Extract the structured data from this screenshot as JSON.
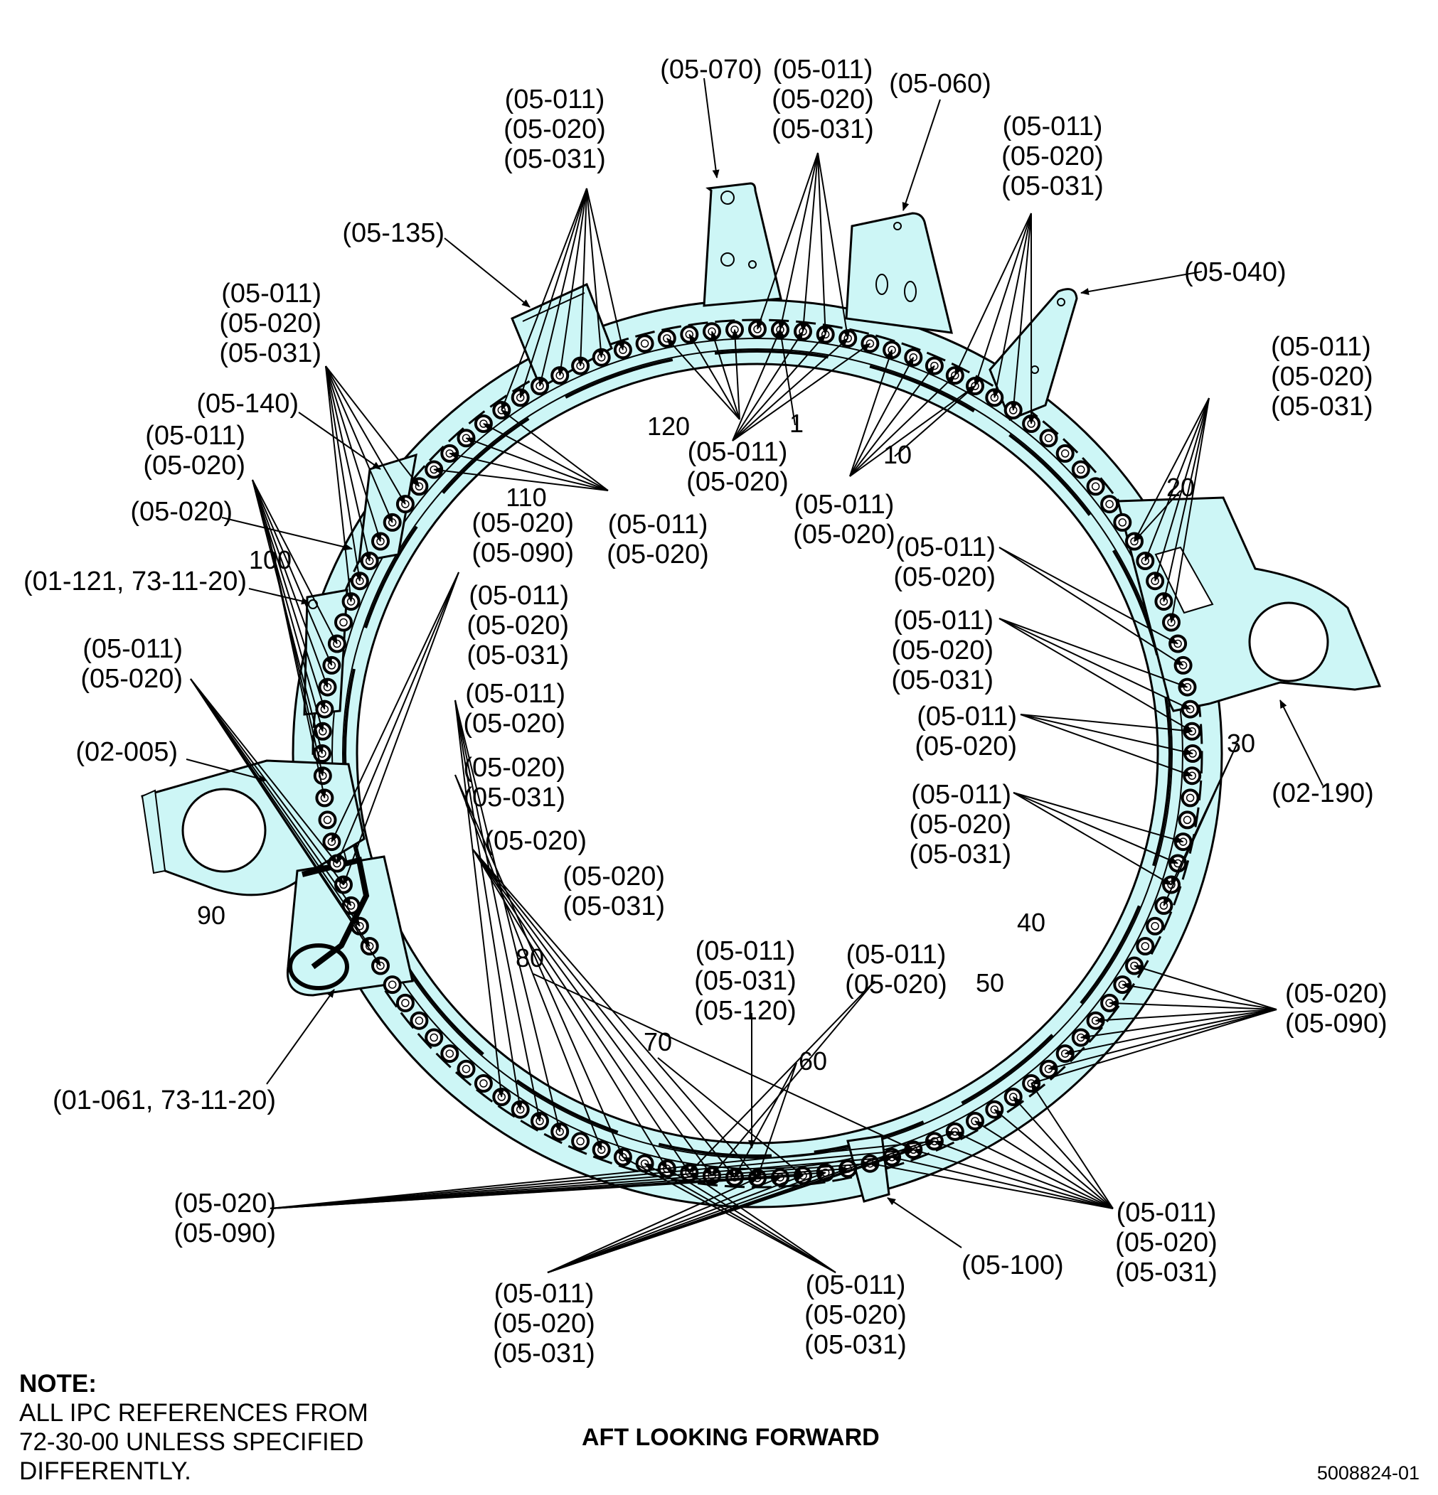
{
  "figure": {
    "caption": "AFT LOOKING FORWARD",
    "figure_id": "5008824-01",
    "note_heading": "NOTE:",
    "note_lines": [
      "ALL IPC REFERENCES FROM",
      "72-30-00 UNLESS SPECIFIED",
      "DIFFERENTLY."
    ]
  },
  "colors": {
    "part_fill": "#cdf6f6",
    "line": "#000000",
    "background": "#ffffff"
  },
  "callouts": [
    {
      "id": "c-070",
      "lines": [
        "(05-070)"
      ]
    },
    {
      "id": "c-top-center",
      "lines": [
        "(05-011)",
        "(05-020)",
        "(05-031)"
      ]
    },
    {
      "id": "c-060",
      "lines": [
        "(05-060)"
      ]
    },
    {
      "id": "c-top-left",
      "lines": [
        "(05-011)",
        "(05-020)",
        "(05-031)"
      ]
    },
    {
      "id": "c-top-right",
      "lines": [
        "(05-011)",
        "(05-020)",
        "(05-031)"
      ]
    },
    {
      "id": "c-135",
      "lines": [
        "(05-135)"
      ]
    },
    {
      "id": "c-040",
      "lines": [
        "(05-040)"
      ]
    },
    {
      "id": "c-upper-left",
      "lines": [
        "(05-011)",
        "(05-020)",
        "(05-031)"
      ]
    },
    {
      "id": "c-upper-right",
      "lines": [
        "(05-011)",
        "(05-020)",
        "(05-031)"
      ]
    },
    {
      "id": "c-140",
      "lines": [
        "(05-140)"
      ]
    },
    {
      "id": "c-left-a",
      "lines": [
        "(05-011)",
        "(05-020)"
      ]
    },
    {
      "id": "c-left-020",
      "lines": [
        "(05-020)"
      ]
    },
    {
      "id": "c-inner-120",
      "lines": [
        "(05-011)",
        "(05-020)"
      ]
    },
    {
      "id": "c-inner-110",
      "lines": [
        "(05-011)",
        "(05-020)"
      ]
    },
    {
      "id": "c-inner-10",
      "lines": [
        "(05-011)",
        "(05-020)"
      ]
    },
    {
      "id": "c-inner-020-090",
      "lines": [
        "(05-020)",
        "(05-090)"
      ]
    },
    {
      "id": "c-01-121",
      "lines": [
        "(01-121, 73-11-20)"
      ]
    },
    {
      "id": "c-inner-left",
      "lines": [
        "(05-011)",
        "(05-020)",
        "(05-031)"
      ]
    },
    {
      "id": "c-left-b",
      "lines": [
        "(05-011)",
        "(05-020)"
      ]
    },
    {
      "id": "c-right-a",
      "lines": [
        "(05-011)",
        "(05-020)"
      ]
    },
    {
      "id": "c-right-b",
      "lines": [
        "(05-011)",
        "(05-020)",
        "(05-031)"
      ]
    },
    {
      "id": "c-right-c",
      "lines": [
        "(05-011)",
        "(05-020)"
      ]
    },
    {
      "id": "c-02-005",
      "lines": [
        "(02-005)"
      ]
    },
    {
      "id": "c-left-c",
      "lines": [
        "(05-011)",
        "(05-020)"
      ]
    },
    {
      "id": "c-left-d",
      "lines": [
        "(05-020)",
        "(05-031)"
      ]
    },
    {
      "id": "c-left-e",
      "lines": [
        "(05-020)"
      ]
    },
    {
      "id": "c-left-f",
      "lines": [
        "(05-020)",
        "(05-031)"
      ]
    },
    {
      "id": "c-02-190",
      "lines": [
        "(02-190)"
      ]
    },
    {
      "id": "c-right-d",
      "lines": [
        "(05-011)",
        "(05-020)",
        "(05-031)"
      ]
    },
    {
      "id": "c-right-e",
      "lines": [
        "(05-020)",
        "(05-090)"
      ]
    },
    {
      "id": "c-01-061",
      "lines": [
        "(01-061, 73-11-20)"
      ]
    },
    {
      "id": "c-bottom-120",
      "lines": [
        "(05-011)",
        "(05-031)",
        "(05-120)"
      ]
    },
    {
      "id": "c-bottom-mid",
      "lines": [
        "(05-011)",
        "(05-020)"
      ]
    },
    {
      "id": "c-lower-left",
      "lines": [
        "(05-020)",
        "(05-090)"
      ]
    },
    {
      "id": "c-lower-right",
      "lines": [
        "(05-011)",
        "(05-020)",
        "(05-031)"
      ]
    },
    {
      "id": "c-bottom-left",
      "lines": [
        "(05-011)",
        "(05-020)",
        "(05-031)"
      ]
    },
    {
      "id": "c-bottom-center",
      "lines": [
        "(05-011)",
        "(05-020)",
        "(05-031)"
      ]
    },
    {
      "id": "c-100",
      "lines": [
        "(05-100)"
      ]
    }
  ],
  "position_numbers": [
    "1",
    "10",
    "20",
    "30",
    "40",
    "50",
    "60",
    "70",
    "80",
    "90",
    "100",
    "110",
    "120"
  ]
}
